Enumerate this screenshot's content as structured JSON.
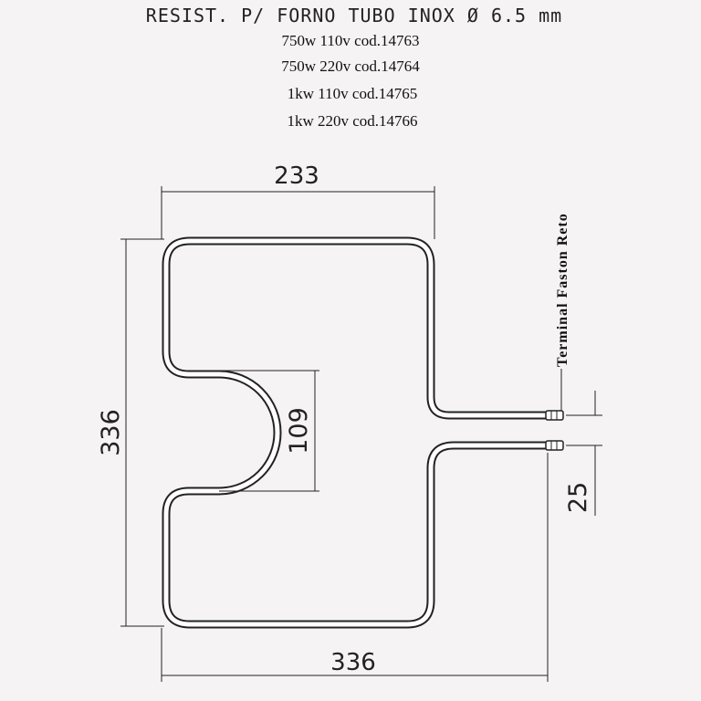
{
  "header": {
    "title": "RESIST. P/ FORNO TUBO INOX Ø 6.5 mm",
    "specs": [
      "750w 110v cod.14763",
      "750w 220v cod.14764",
      "1kw 110v cod.14765",
      "1kw 220v cod.14766"
    ]
  },
  "dimensions": {
    "top_width": "233",
    "bottom_width": "336",
    "height": "336",
    "notch_depth": "109",
    "terminal_gap": "25"
  },
  "terminal": {
    "label": "Terminal Faston Reto"
  },
  "colors": {
    "tube_outline": "#222222",
    "tube_fill": "#ffffff",
    "background": "#f5f3f3"
  }
}
